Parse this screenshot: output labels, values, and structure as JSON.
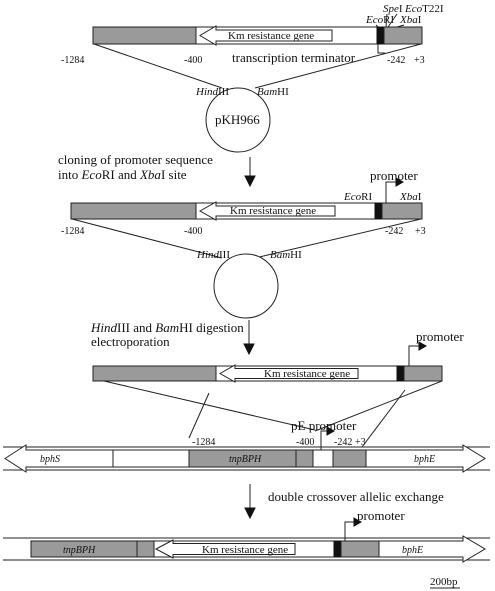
{
  "construct1": {
    "km_gene": "Km resistance gene",
    "site_spe": "Spe",
    "site_spe_roman": "I",
    "site_eco": "Eco",
    "site_eco_roman": "RI",
    "site_ecot22": "Eco",
    "site_ecot22_roman": "T22I",
    "site_xba": "Xba",
    "site_xba_roman": "I",
    "transcription_terminator": "transcription terminator",
    "pos_a": "-1284",
    "pos_b": "-400",
    "pos_c": "-242",
    "pos_d": "+3"
  },
  "plasmid1": {
    "name": "pKH966",
    "hind": "Hind",
    "hind_roman": "III",
    "bam": "Bam",
    "bam_roman": "HI"
  },
  "step1": {
    "line1": "cloning of promoter sequence",
    "line2_a": "into ",
    "line2_eco": "Eco",
    "line2_b": "RI and ",
    "line2_xba": "Xba",
    "line2_c": "I site"
  },
  "construct2": {
    "promoter": "promoter",
    "km_gene": "Km resistance gene",
    "site_eco": "Eco",
    "site_eco_roman": "RI",
    "site_xba": "Xba",
    "site_xba_roman": "I",
    "pos_a": "-1284",
    "pos_b": "-400",
    "pos_c": "-242",
    "pos_d": "+3"
  },
  "plasmid2": {
    "hind": "Hind",
    "hind_roman": "III",
    "bam": "Bam",
    "bam_roman": "HI"
  },
  "step2": {
    "line1_hind": "Hind",
    "line1_a": "III and ",
    "line1_bam": "Bam",
    "line1_b": "HI digestion",
    "line2": "electroporation"
  },
  "construct3": {
    "promoter": "promoter",
    "km_gene": "Km resistance gene"
  },
  "chromosome": {
    "pe_label": "pE promoter",
    "bphS": "bphS",
    "tnpBPH": "tnpBPH",
    "bphE": "bphE",
    "pos_a": "-1284",
    "pos_b": "-400",
    "pos_c": "-242",
    "pos_d": "+3"
  },
  "step3": {
    "label": "double crossover allelic exchange"
  },
  "result": {
    "promoter": "promoter",
    "tnpBPH": "tnpBPH",
    "km_gene": "Km resistance gene",
    "bphE": "bphE"
  },
  "scale_bar": "200bp"
}
